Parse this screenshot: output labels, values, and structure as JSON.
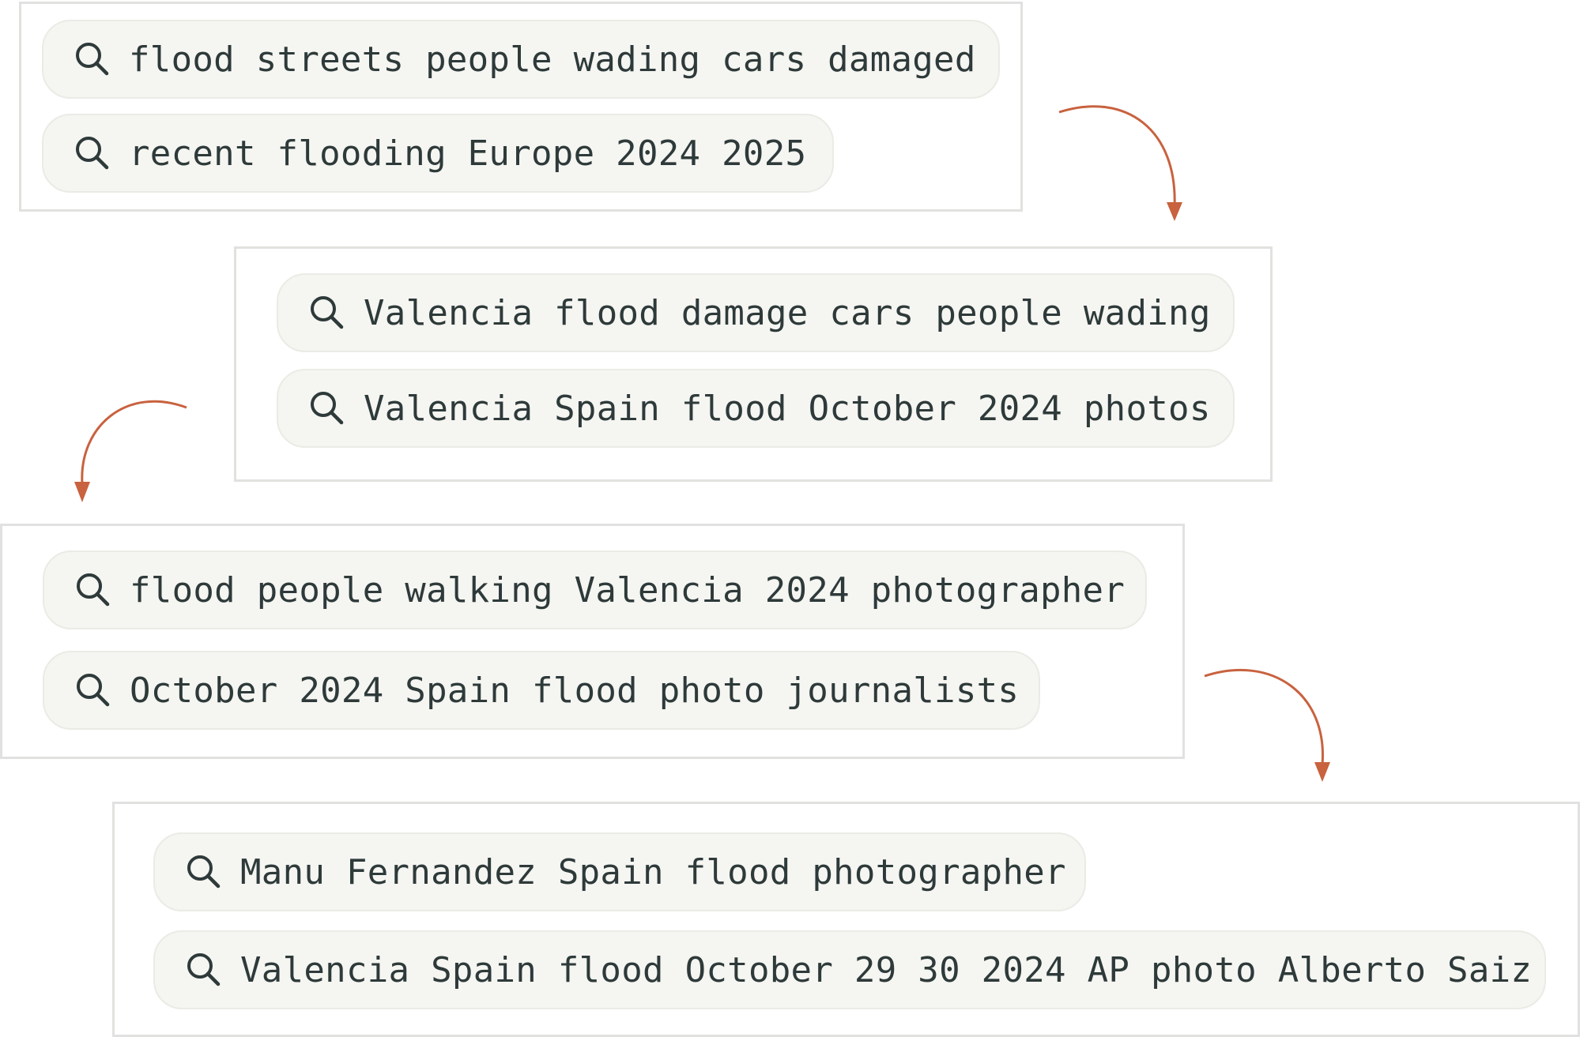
{
  "colors": {
    "arrow": "#c8623f",
    "text": "#2e3a3a",
    "pill": "#f5f5f1",
    "border": "#e1e1df"
  },
  "search_groups": [
    {
      "queries": [
        {
          "icon": "search-icon",
          "text": "flood streets people wading cars damaged"
        },
        {
          "icon": "search-icon",
          "text": "recent flooding Europe 2024 2025"
        }
      ]
    },
    {
      "queries": [
        {
          "icon": "search-icon",
          "text": "Valencia flood damage cars people wading"
        },
        {
          "icon": "search-icon",
          "text": "Valencia Spain flood October 2024 photos"
        }
      ]
    },
    {
      "queries": [
        {
          "icon": "search-icon",
          "text": "flood people walking Valencia 2024 photographer"
        },
        {
          "icon": "search-icon",
          "text": "October 2024 Spain flood photo journalists"
        }
      ]
    },
    {
      "queries": [
        {
          "icon": "search-icon",
          "text": "Manu Fernandez Spain flood photographer"
        },
        {
          "icon": "search-icon",
          "text": "Valencia Spain flood October 29 30 2024 AP photo Alberto Saiz"
        }
      ]
    }
  ]
}
